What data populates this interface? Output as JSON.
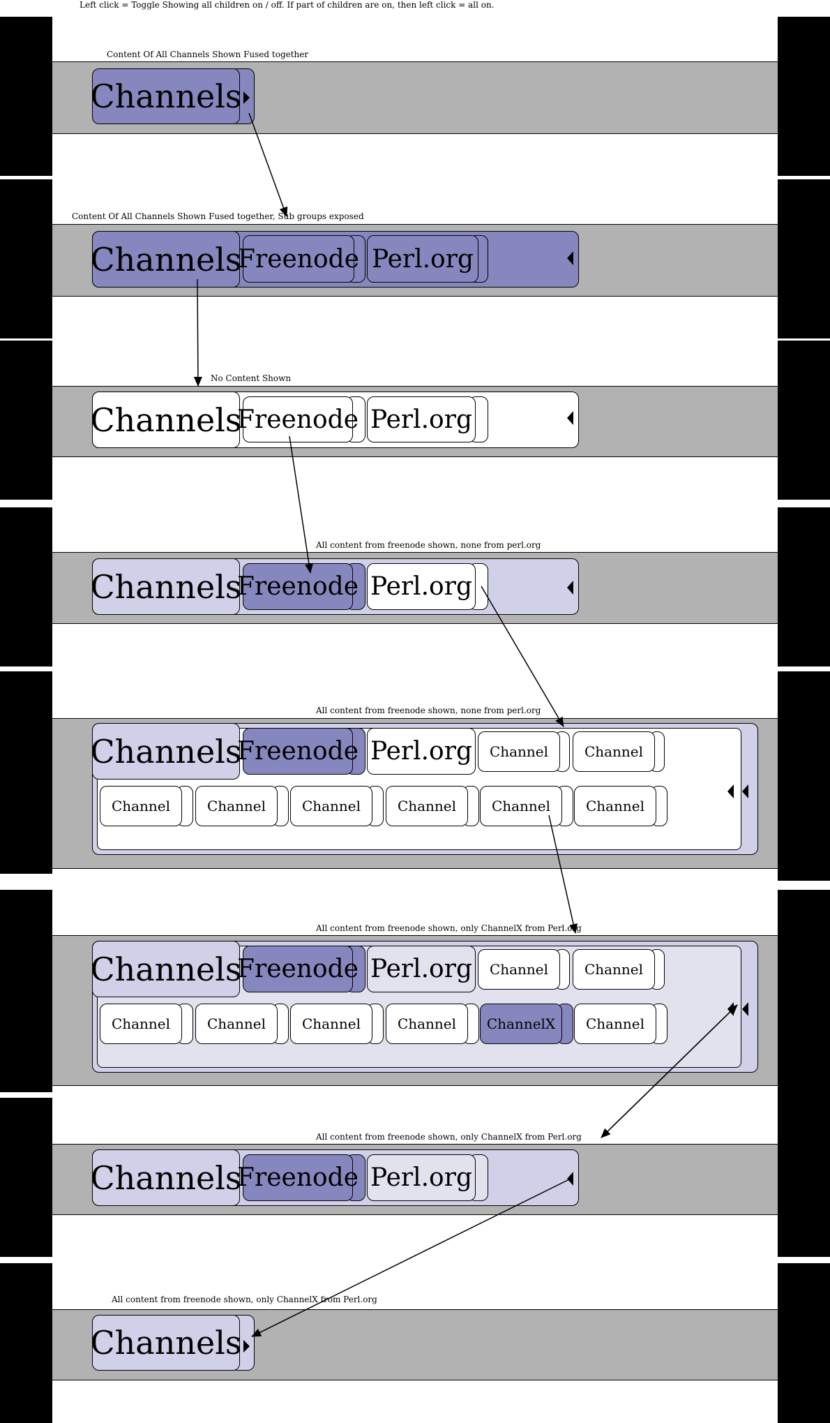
{
  "header": {
    "instructions": "Left click = Toggle Showing all children on / off. If part of children are on, then left click = all on."
  },
  "captions": {
    "s1": "Content Of All Channels Shown  Fused together",
    "s2": "Content Of All Channels Shown  Fused together, Sub groups exposed",
    "s3": "No Content Shown",
    "s4": "All content from freenode shown,  none from perl.org",
    "s5": "All content from freenode shown,  none from perl.org",
    "s6": "All content from freenode shown,  only ChannelX from Perl.org",
    "s7": "All content from freenode shown,  only ChannelX from Perl.org",
    "s8": "All content from freenode shown,  only ChannelX from Perl.org"
  },
  "labels": {
    "root": "Channels",
    "freenode": "Freenode",
    "perl": "Perl.org",
    "channel": "Channel",
    "channelx": "ChannelX"
  },
  "icons": {
    "expand": "expand-triangle-right-icon",
    "collapse": "collapse-triangle-left-icon"
  },
  "colors": {
    "active": "#8787bf",
    "partial": "#d0d0e8",
    "partial_inner": "#e2e2ef",
    "inactive": "#ffffff",
    "band": "#b2b2b2",
    "frame": "#000000"
  }
}
